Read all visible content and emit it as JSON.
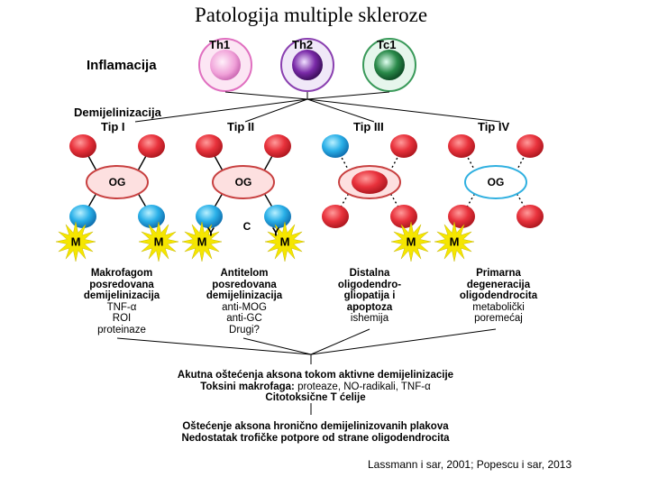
{
  "title": "Patologija multiple skleroze",
  "cells": {
    "th1": "Th1",
    "th2": "Th2",
    "tc1": "Tc1"
  },
  "inflamacija": "Inflamacija",
  "demijelinizacija": "Demijelinizacija",
  "types": [
    {
      "label": "Tip I",
      "lines": [
        "Makrofagom",
        "posredovana",
        "demijelinizacija",
        "TNF-α",
        "ROI",
        "proteinaze"
      ],
      "bold_count": 3
    },
    {
      "label": "Tip II",
      "lines": [
        "Antitelom",
        "posredovana",
        "demijelinizacija",
        "anti-MOG",
        "anti-GC",
        "Drugi?"
      ],
      "bold_count": 3
    },
    {
      "label": "Tip III",
      "lines": [
        "Distalna",
        "oligodendro-",
        "gliopatija i",
        "apoptoza",
        "ishemija"
      ],
      "bold_count": 4
    },
    {
      "label": "Tip IV",
      "lines": [
        "Primarna",
        "degeneracija",
        "oligodendrocita",
        "metabolički",
        "poremećaj"
      ],
      "bold_count": 3
    }
  ],
  "markers": {
    "og": "OG",
    "m": "M",
    "y": "Y",
    "c": "C"
  },
  "acute": {
    "line1": "Akutna oštećenja aksona tokom aktivne demijelinizacije",
    "line2_bold": "Toksini makrofaga: ",
    "line2_normal": "proteaze, NO-radikali, TNF-α",
    "line3": "Citotoksične T ćelije"
  },
  "chronic": {
    "line1": "Oštećenje aksona hronično demijelinizovanih plakova",
    "line2": "Nedostatak trofičke potpore od strane oligodendrocita"
  },
  "credit": "Lassmann i sar, 2001; Popescu i sar, 2013",
  "colors": {
    "red": "#e8323c",
    "cyan": "#2ab0e8",
    "yellow": "#f5e600",
    "pink": "#f0a0d8",
    "purple": "#7a2aa8",
    "green": "#2a8a4a",
    "og_ring": "#c84040",
    "og_ring_iv": "#30b0e0"
  }
}
